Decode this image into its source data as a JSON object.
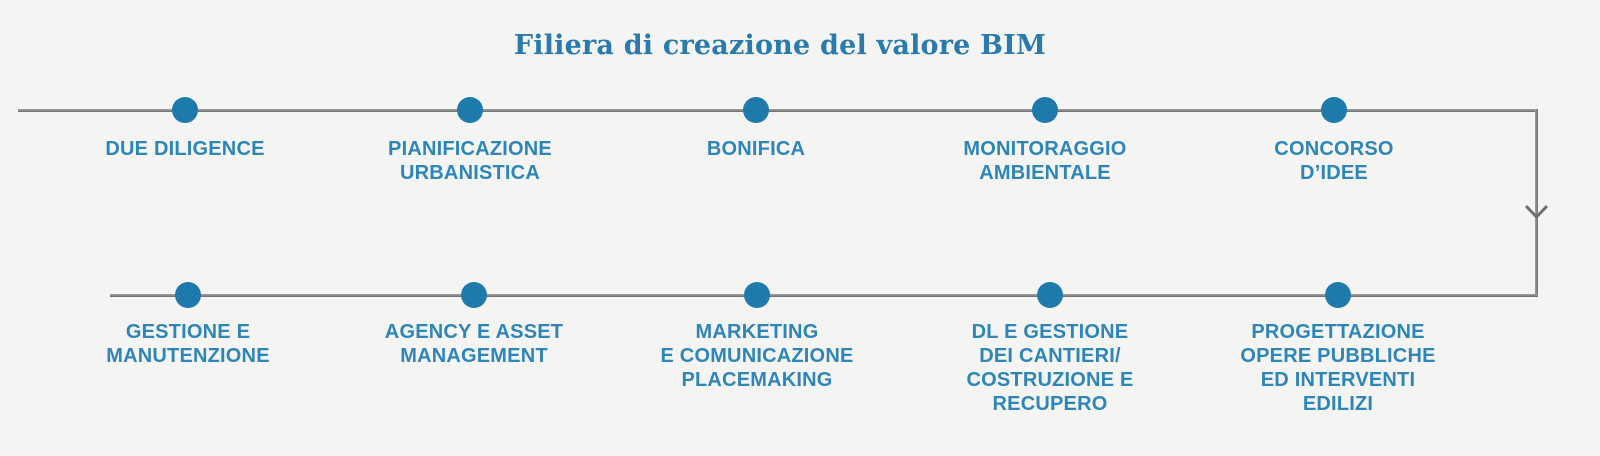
{
  "title": "Filiera di creazione del valore BIM",
  "colors": {
    "background": "#f4f4f3",
    "rail_gray": "#7c7c7c",
    "dot_blue": "#1e7aac",
    "label_blue": "#2e86b8",
    "title_blue": "#2a7aae"
  },
  "flow": {
    "direction_note": "top rail flows right, turns down via chevron-down arrow, continues on bottom rail"
  },
  "top_row": {
    "stages": [
      {
        "label": "DUE DILIGENCE"
      },
      {
        "label": "PIANIFICAZIONE\nURBANISTICA"
      },
      {
        "label": "BONIFICA"
      },
      {
        "label": "MONITORAGGIO\nAMBIENTALE"
      },
      {
        "label": "CONCORSO\nD’IDEE"
      }
    ]
  },
  "bottom_row": {
    "stages": [
      {
        "label": "GESTIONE E\nMANUTENZIONE"
      },
      {
        "label": "AGENCY E ASSET\nMANAGEMENT"
      },
      {
        "label": "MARKETING\nE COMUNICAZIONE\nPLACEMAKING"
      },
      {
        "label": "DL E GESTIONE\nDEI CANTIERI/\nCOSTRUZIONE E\nRECUPERO"
      },
      {
        "label": "PROGETTAZIONE\nOPERE PUBBLICHE\nED INTERVENTI\nEDILIZI"
      }
    ]
  }
}
